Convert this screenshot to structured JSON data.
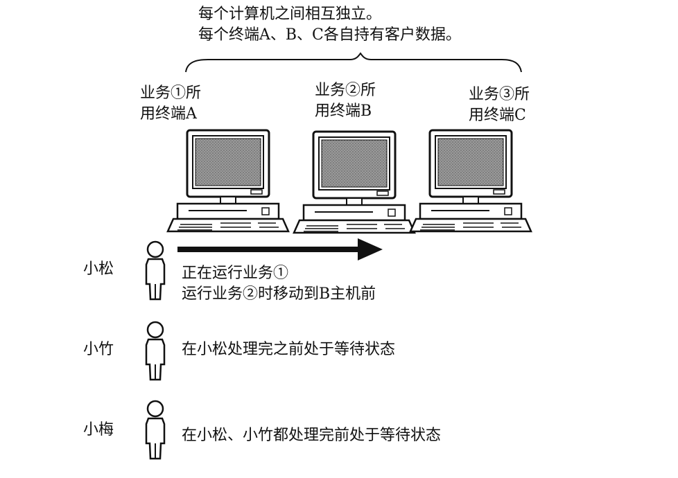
{
  "top_note": {
    "line1": "每个计算机之间相互独立。",
    "line2": "每个终端A、B、C各自持有客户数据。"
  },
  "terminals": [
    {
      "line1": "业务①所",
      "line2": "用终端A"
    },
    {
      "line1": "业务②所",
      "line2": "用终端B"
    },
    {
      "line1": "业务③所",
      "line2": "用终端C"
    }
  ],
  "people": [
    {
      "name": "小松",
      "lines": [
        "正在运行业务①",
        "运行业务②时移动到B主机前"
      ]
    },
    {
      "name": "小竹",
      "lines": [
        "在小松处理完之前处于等待状态"
      ]
    },
    {
      "name": "小梅",
      "lines": [
        "在小松、小竹都处理完前处于等待状态"
      ]
    }
  ]
}
